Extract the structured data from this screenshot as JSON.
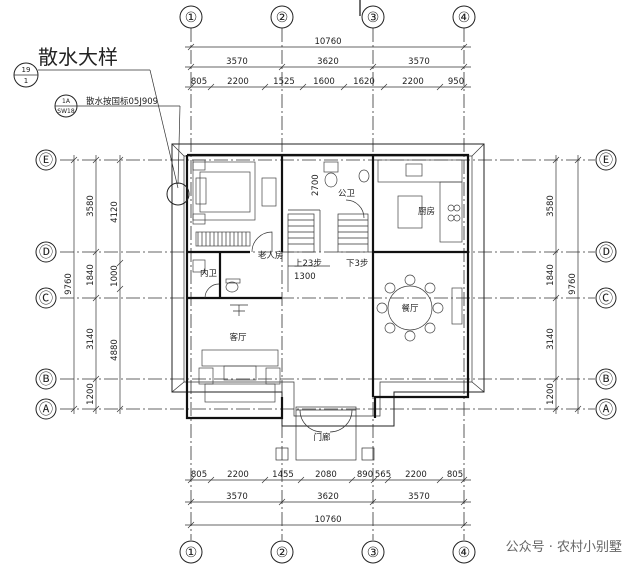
{
  "grid": {
    "columns": [
      "①",
      "②",
      "③",
      "④"
    ],
    "rows": [
      "Ⓔ",
      "Ⓓ",
      "Ⓒ",
      "Ⓑ",
      "Ⓐ"
    ]
  },
  "dims_top": {
    "total": "10760",
    "spans": [
      "3570",
      "3620",
      "3570"
    ],
    "details": [
      "805",
      "2200",
      "1525",
      "1600",
      "1620",
      "2200",
      "950"
    ]
  },
  "dims_bottom": {
    "total": "10760",
    "spans": [
      "3570",
      "3620",
      "3570"
    ],
    "details": [
      "805",
      "2200",
      "1455",
      "2080",
      "890",
      "565",
      "2200",
      "805"
    ]
  },
  "dims_left": {
    "total": "9760",
    "spans": [
      "3580",
      "1840",
      "3140",
      "1200"
    ],
    "mid": [
      "4120",
      "1000",
      "4880"
    ]
  },
  "dims_right": {
    "total": "9760",
    "spans": [
      "3580",
      "1840",
      "3140",
      "1200"
    ]
  },
  "callout": {
    "title": "散水大样",
    "ref_top": "19",
    "ref_bottom": "1",
    "sub_top": "1A",
    "sub_bottom": "SW18",
    "note": "散水按国标05J909"
  },
  "rooms": {
    "elder_bedroom": "老人房",
    "inner_bath": "内卫",
    "public_bath": "公卫",
    "kitchen": "厨房",
    "dining": "餐厅",
    "living": "客厅",
    "entrance": "门廊",
    "stairs_up": "上23步",
    "stairs_down": "下3步",
    "stair_val1": "2700",
    "stair_val2": "1300"
  },
  "watermark": "公众号 · 农村小别墅"
}
